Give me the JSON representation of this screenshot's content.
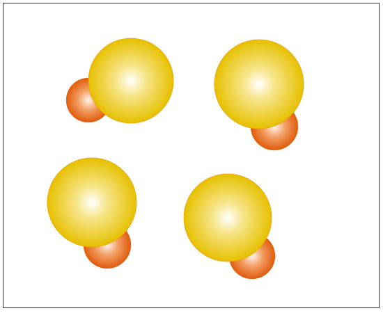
{
  "colors": {
    "background": "#ffffff",
    "border": "#333333",
    "large_sphere_center": "#ffffff",
    "large_sphere_mid": "#f4e07a",
    "large_sphere_edge": "#e8c000",
    "large_sphere_outline": "#f0a000",
    "small_sphere_center": "#fff4ea",
    "small_sphere_mid": "#f5a068",
    "small_sphere_edge": "#e06010"
  },
  "molecules": [
    {
      "name": "molecule-1",
      "large": "yellow-sphere",
      "small": "orange-sphere"
    },
    {
      "name": "molecule-2",
      "large": "yellow-sphere",
      "small": "orange-sphere"
    },
    {
      "name": "molecule-3",
      "large": "yellow-sphere",
      "small": "orange-sphere"
    },
    {
      "name": "molecule-4",
      "large": "yellow-sphere",
      "small": "orange-sphere"
    }
  ]
}
